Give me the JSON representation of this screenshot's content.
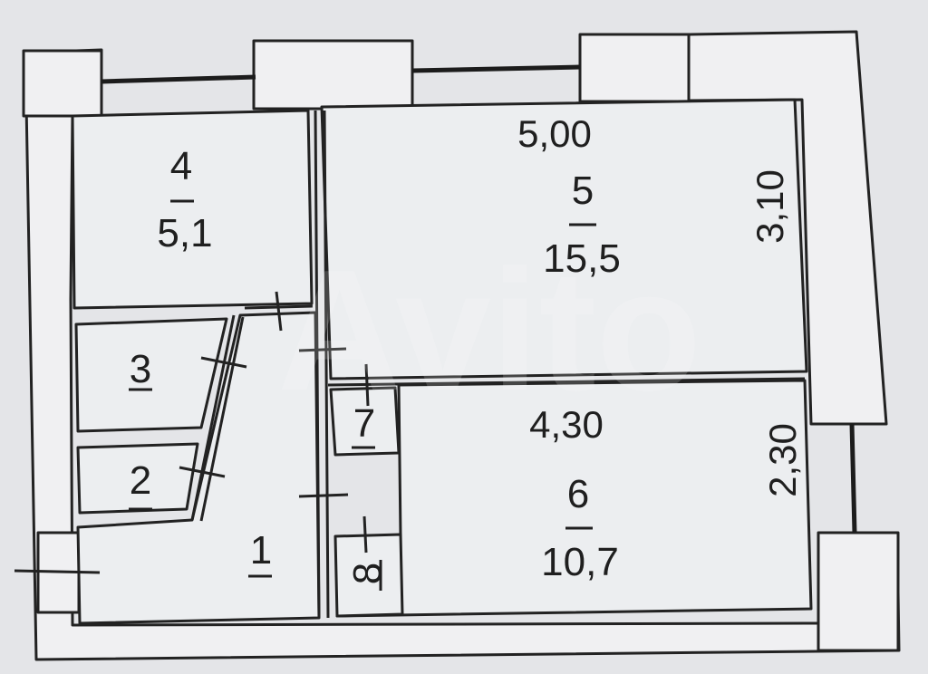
{
  "watermark": "Avito",
  "rooms": [
    {
      "id": "1",
      "number": "1",
      "area": ""
    },
    {
      "id": "2",
      "number": "2",
      "area": ""
    },
    {
      "id": "3",
      "number": "3",
      "area": ""
    },
    {
      "id": "4",
      "number": "4",
      "area": "5,1"
    },
    {
      "id": "5",
      "number": "5",
      "area": "15,5"
    },
    {
      "id": "6",
      "number": "6",
      "area": "10,7"
    },
    {
      "id": "7",
      "number": "7",
      "area": ""
    },
    {
      "id": "8",
      "number": "8",
      "area": ""
    }
  ],
  "dimensions": {
    "room5_width": "5,00",
    "room5_depth": "3,10",
    "room6_width": "4,30",
    "room6_depth": "2,30"
  }
}
